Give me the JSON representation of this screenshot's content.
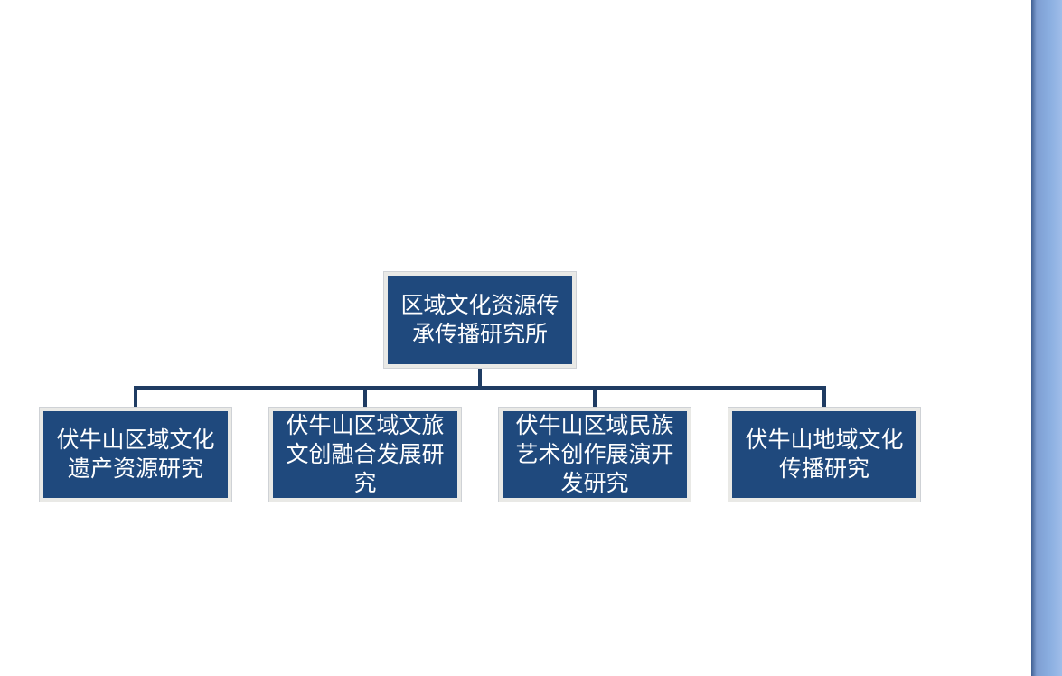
{
  "diagram": {
    "type": "org-chart",
    "root": {
      "label": "区域文化资源传承传播研究所"
    },
    "children": [
      {
        "label": "伏牛山区域文化遗产资源研究"
      },
      {
        "label": "伏牛山区域文旅文创融合发展研究"
      },
      {
        "label": "伏牛山区域民族艺术创作展演开发研究"
      },
      {
        "label": "伏牛山地域文化传播研究"
      }
    ],
    "colors": {
      "node_fill": "#1f497d",
      "node_border": "#e9e9e6",
      "connector": "#1f3c63",
      "text": "#ffffff"
    }
  }
}
